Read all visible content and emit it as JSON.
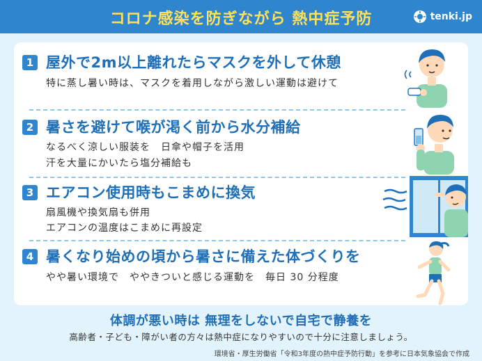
{
  "header": {
    "title": "コロナ感染を防ぎながら 熱中症予防",
    "logo_text": "tenki.jp"
  },
  "tips": [
    {
      "number": "1",
      "heading": "屋外で2m以上離れたらマスクを外して休憩",
      "lines": [
        "特に蒸し暑い時は、マスクを着用しながら激しい運動は避けて"
      ],
      "illustration": "person-removing-mask"
    },
    {
      "number": "2",
      "heading": "暑さを避けて喉が渇く前から水分補給",
      "lines": [
        "なるべく涼しい服装を　日傘や帽子を活用",
        "汗を大量にかいたら塩分補給も"
      ],
      "illustration": "person-drinking-water"
    },
    {
      "number": "3",
      "heading": "エアコン使用時もこまめに換気",
      "lines": [
        "扇風機や換気扇も併用",
        "エアコンの温度はこまめに再設定"
      ],
      "illustration": "person-opening-window"
    },
    {
      "number": "4",
      "heading": "暑くなり始めの頃から暑さに備えた体づくりを",
      "lines": [
        "やや暑い環境で　ややきついと感じる運動を　毎日 30 分程度"
      ],
      "illustration": "person-running"
    }
  ],
  "footer": {
    "headline": "体調が悪い時は 無理をしないで自宅で静養を",
    "note": "高齢者・子ども・障がい者の方々は熱中症になりやすいので十分に注意しましょう。",
    "source": "環境省・厚生労働省「令和3年度の熱中症予防行動」を参考に日本気象協会で作成"
  },
  "colors": {
    "header_bg": "#2f86cf",
    "title_text": "#ffe25a",
    "page_bg": "#e2f3fb",
    "accent_blue": "#1f6fb8",
    "shirt_green": "#8fd4b0"
  }
}
